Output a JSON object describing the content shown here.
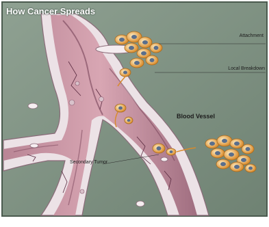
{
  "diagram": {
    "title": "How Cancer Spreads",
    "labels": {
      "attachment": "Attachment",
      "local_breakdown": "Local Breakdown",
      "blood_vessel": "Blood Vessel",
      "secondary_tumor": "Secondary Tumor"
    }
  },
  "colors": {
    "background": "#7f9282",
    "vessel_wall": "#f0e8ec",
    "vessel_lumen": "#c08a9a",
    "vessel_shadow": "#6e3a50",
    "cancer_cell": "#e8a742",
    "cell_nucleus": "#5a6e8c"
  }
}
